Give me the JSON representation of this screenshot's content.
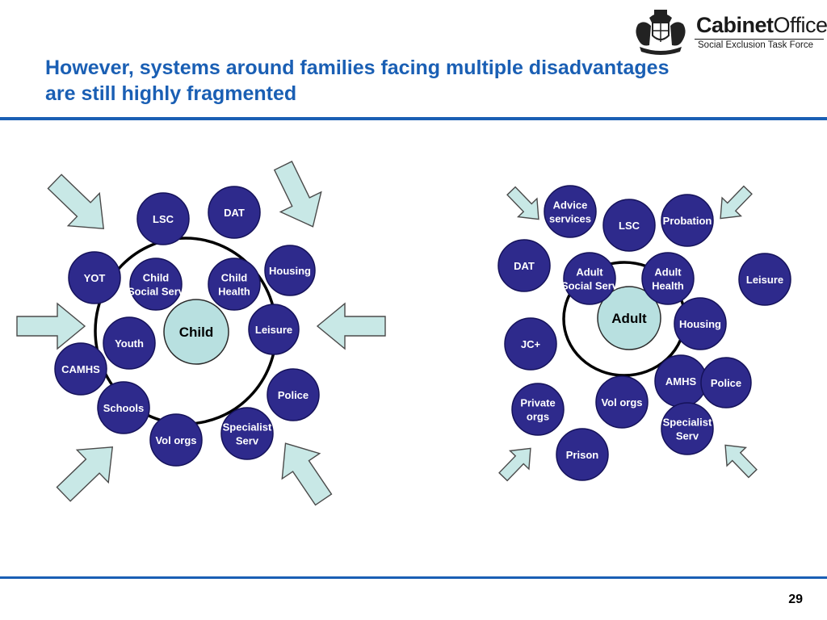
{
  "header": {
    "title_line1": "However, systems around families facing multiple disadvantages",
    "title_line2": "are still highly fragmented",
    "logo_word_bold": "Cabinet",
    "logo_word_regular": "Office",
    "logo_subtitle": "Social Exclusion Task Force",
    "crest_icon": "royal-coat-of-arms-icon"
  },
  "colors": {
    "title": "#1a5fb4",
    "rule": "#1a5fb4",
    "node_fill": "#2e2a8c",
    "core_fill": "#b8e0e0",
    "arrow_fill": "#c8e8e6"
  },
  "child_diagram": {
    "core": "Child",
    "nodes": [
      {
        "lines": [
          "LSC"
        ]
      },
      {
        "lines": [
          "DAT"
        ]
      },
      {
        "lines": [
          "YOT"
        ]
      },
      {
        "lines": [
          "Child",
          "Social Serv"
        ]
      },
      {
        "lines": [
          "Child",
          "Health"
        ]
      },
      {
        "lines": [
          "Housing"
        ]
      },
      {
        "lines": [
          "Youth"
        ]
      },
      {
        "lines": [
          "Leisure"
        ]
      },
      {
        "lines": [
          "CAMHS"
        ]
      },
      {
        "lines": [
          "Police"
        ]
      },
      {
        "lines": [
          "Schools"
        ]
      },
      {
        "lines": [
          "Vol orgs"
        ]
      },
      {
        "lines": [
          "Specialist",
          "Serv"
        ]
      }
    ]
  },
  "adult_diagram": {
    "core": "Adult",
    "nodes": [
      {
        "lines": [
          "Advice",
          "services"
        ]
      },
      {
        "lines": [
          "LSC"
        ]
      },
      {
        "lines": [
          "Probation"
        ]
      },
      {
        "lines": [
          "DAT"
        ]
      },
      {
        "lines": [
          "Adult",
          "Social Serv"
        ]
      },
      {
        "lines": [
          "Adult",
          "Health"
        ]
      },
      {
        "lines": [
          "Leisure"
        ]
      },
      {
        "lines": [
          "Housing"
        ]
      },
      {
        "lines": [
          "JC+"
        ]
      },
      {
        "lines": [
          "AMHS"
        ]
      },
      {
        "lines": [
          "Police"
        ]
      },
      {
        "lines": [
          "Private",
          "orgs"
        ]
      },
      {
        "lines": [
          "Vol orgs"
        ]
      },
      {
        "lines": [
          "Specialist",
          "Serv"
        ]
      },
      {
        "lines": [
          "Prison"
        ]
      }
    ]
  },
  "footer": {
    "page_number": "29"
  }
}
